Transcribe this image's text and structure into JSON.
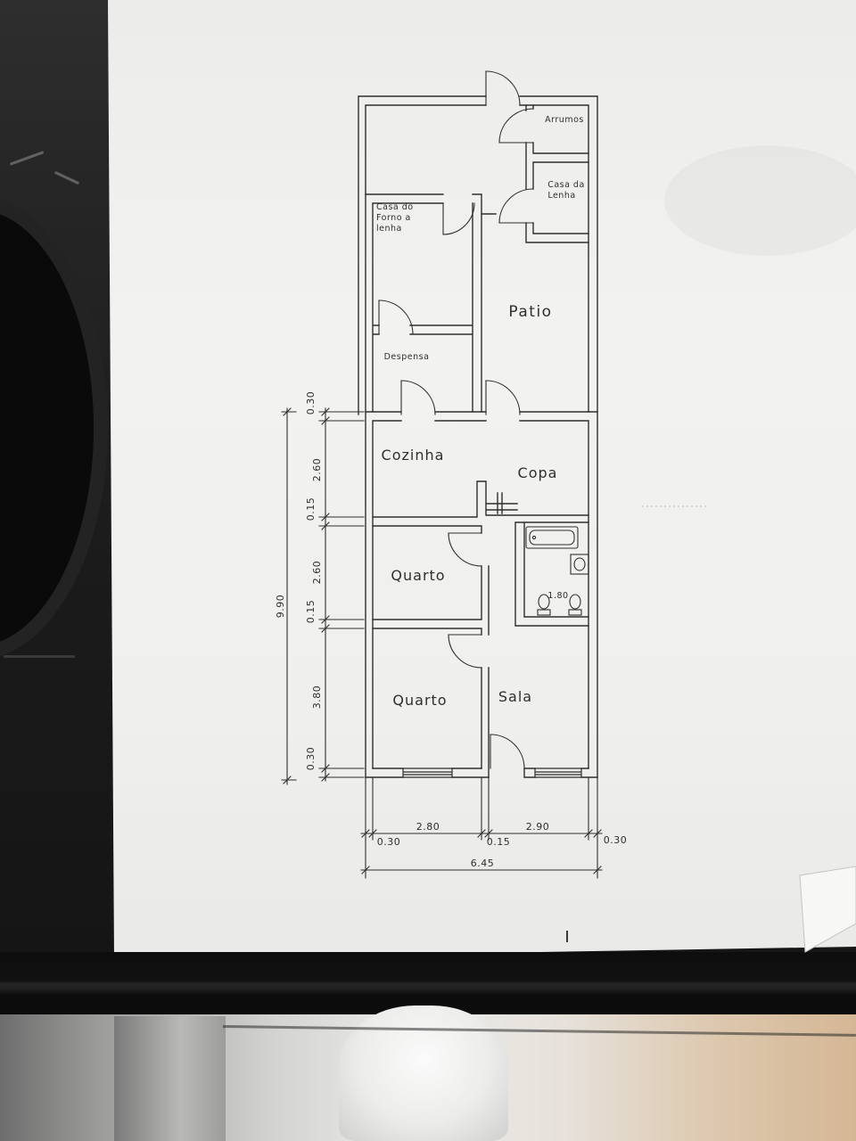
{
  "plan": {
    "rooms": {
      "arrumos": "Arrumos",
      "casa_da_lenha": [
        "Casa da",
        "Lenha"
      ],
      "casa_do_forno": [
        "Casa do",
        "Forno a",
        "lenha"
      ],
      "patio": "Patio",
      "despensa": "Despensa",
      "cozinha": "Cozinha",
      "copa": "Copa",
      "quarto_1": "Quarto",
      "quarto_2": "Quarto",
      "sala": "Sala"
    },
    "dimensions": {
      "bathroom": "1.80",
      "vertical_chain": [
        "0.30",
        "2.60",
        "0.15",
        "2.60",
        "0.15",
        "3.80",
        "0.30"
      ],
      "vertical_total": "9.90",
      "horizontal_chain": {
        "left_wall": "0.30",
        "quarto_width": "2.80",
        "partition": "0.15",
        "sala_width": "2.90",
        "right_wall": "0.30"
      },
      "horizontal_total": "6.45"
    }
  },
  "colors": {
    "ink": "#2f2f2f",
    "paper": "#f0f0ee",
    "background": "#161617"
  }
}
